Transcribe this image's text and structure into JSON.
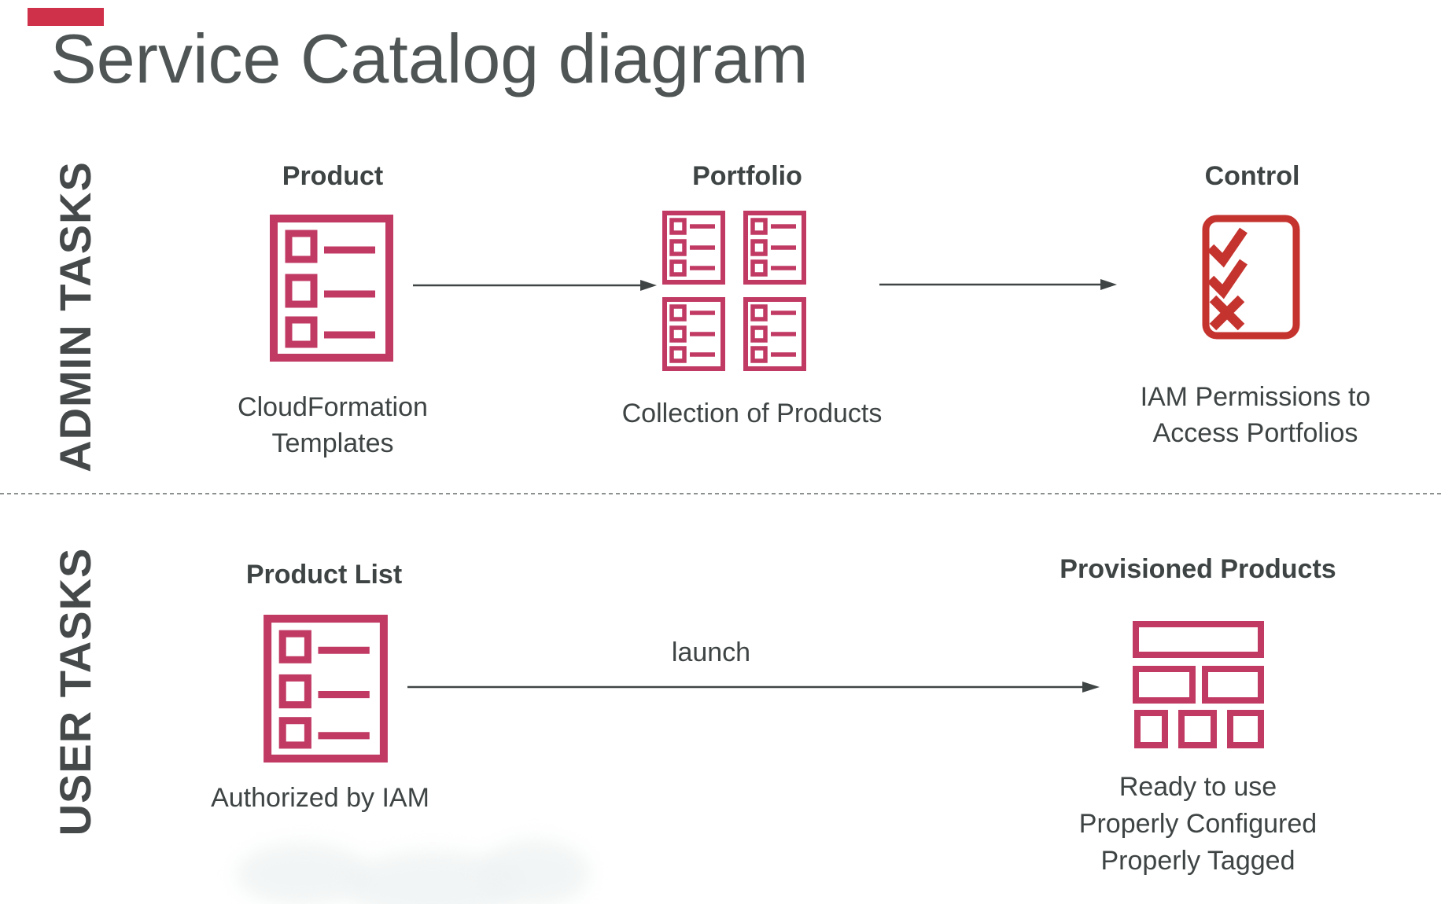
{
  "page": {
    "title": "Service Catalog diagram"
  },
  "colors": {
    "accent_bar": "#d0314a",
    "crimson_icon": "#c13a64",
    "red_icon": "#c5332e",
    "text_dark": "#3e4343",
    "label_gray": "#45494a",
    "arrow": "#3f4444"
  },
  "admin_section": {
    "label": "ADMIN TASKS",
    "product": {
      "heading": "Product",
      "caption": [
        "CloudFormation",
        "Templates"
      ]
    },
    "portfolio": {
      "heading": "Portfolio",
      "caption": [
        "Collection of Products"
      ]
    },
    "control": {
      "heading": "Control",
      "caption": [
        "IAM Permissions to",
        "Access Portfolios"
      ]
    }
  },
  "user_section": {
    "label": "USER TASKS",
    "product_list": {
      "heading": "Product List",
      "caption": [
        "Authorized by IAM"
      ]
    },
    "launch_arrow_label": "launch",
    "provisioned": {
      "heading": "Provisioned Products",
      "caption": [
        "Ready to use",
        "Properly Configured",
        "Properly Tagged"
      ]
    }
  }
}
